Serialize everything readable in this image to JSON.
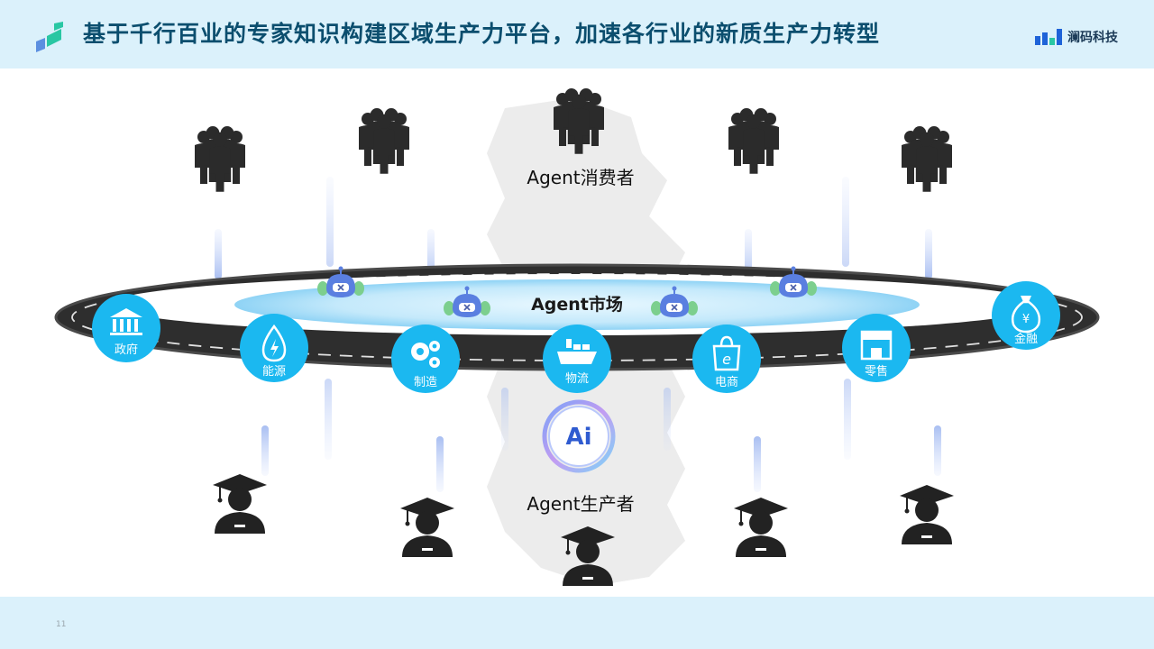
{
  "header": {
    "title": "基于千行百业的专家知识构建区域生产力平台，加速各行业的新质生产力转型"
  },
  "brand": {
    "name": "澜码科技"
  },
  "diagram": {
    "consumers_label": "Agent消费者",
    "market_label": "Agent市场",
    "producers_label": "Agent生产者",
    "ai_badge": "Ai",
    "industries": [
      "政府",
      "能源",
      "制造",
      "物流",
      "电商",
      "零售",
      "金融"
    ]
  },
  "footer": {
    "page_number": "11"
  },
  "colors": {
    "accent": "#1bb8f0",
    "header_bg": "#dbf1fb",
    "title": "#0b4e6e",
    "road": "#2c2c2c",
    "glow": "#bfe7fb"
  },
  "icons": [
    "logo-mark",
    "people-group-icon",
    "robot-icon",
    "graduate-icon",
    "government-icon",
    "energy-icon",
    "gears-icon",
    "ship-icon",
    "shopping-bag-icon",
    "store-icon",
    "money-bag-icon",
    "ai-icon"
  ]
}
